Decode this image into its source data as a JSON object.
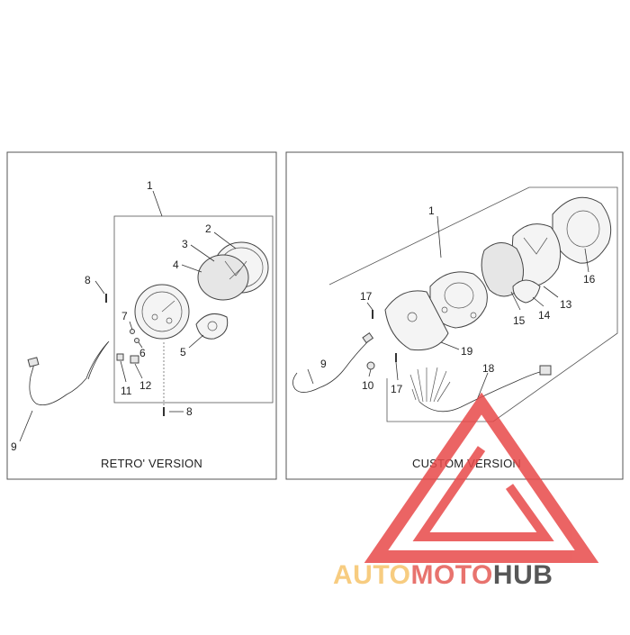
{
  "panels": {
    "retro": {
      "caption": "RETRO' VERSION",
      "labels": [
        "1",
        "2",
        "3",
        "4",
        "5",
        "6",
        "7",
        "8",
        "8",
        "9",
        "11",
        "12"
      ]
    },
    "custom": {
      "caption": "CUSTOM VERSION",
      "labels": [
        "1",
        "9",
        "10",
        "13",
        "14",
        "15",
        "16",
        "17",
        "17",
        "18",
        "19"
      ]
    }
  },
  "watermark": {
    "part1": "AUTO",
    "part2": "MOTO",
    "part3": "HUB",
    "color_auto": "#f6c46b",
    "color_moto": "#e45b55",
    "color_hub": "#3a3a3a",
    "triangle_color": "#e84a4a"
  }
}
